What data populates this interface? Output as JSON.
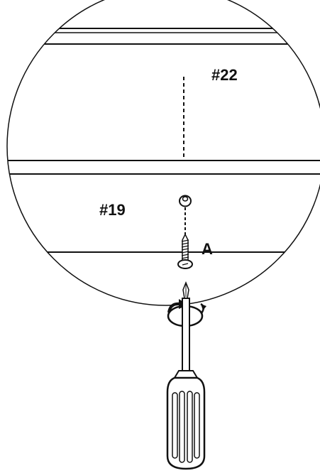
{
  "labels": {
    "top_panel": "#22",
    "bottom_panel": "#19",
    "screw": "A"
  },
  "colors": {
    "stroke": "#111111",
    "background": "#ffffff"
  },
  "icons": {
    "rotation": "clockwise-rotation-arrow-icon",
    "tool": "phillips-screwdriver-icon"
  }
}
